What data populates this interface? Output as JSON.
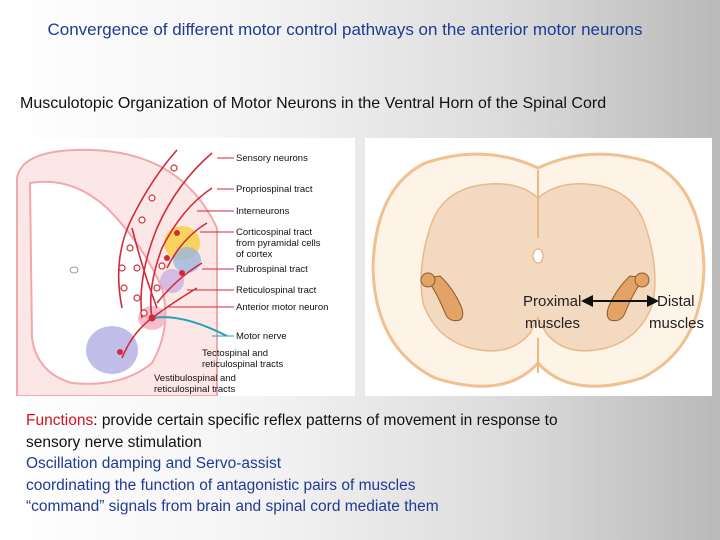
{
  "title": "Convergence of different motor control pathways on the anterior motor neurons",
  "subtitle": "Musculotopic Organization of Motor Neurons in the Ventral Horn of the Spinal Cord",
  "left_diagram": {
    "labels": [
      "Sensory neurons",
      "Propriospinal tract",
      "Interneurons",
      "Corticospinal tract",
      "from pyramidal cells",
      "of cortex",
      "Rubrospinal tract",
      "Reticulospinal tract",
      "Anterior motor neuron",
      "Motor nerve",
      "Tectospinal and",
      "reticulospinal tracts",
      "Vestibulospinal and",
      "reticulospinal tracts"
    ]
  },
  "right_diagram": {
    "proximal_1": "Proximal",
    "proximal_2": "muscles",
    "distal_1": "Distal",
    "distal_2": "muscles"
  },
  "functions": {
    "label": "Functions",
    "line1_rest": ": provide certain specific reflex patterns of movement in response to",
    "line2": "sensory nerve stimulation",
    "line3": "Oscillation damping and Servo-assist",
    "line4": "coordinating the function of antagonistic pairs of muscles",
    "line5": "“command” signals from brain and spinal cord mediate them"
  },
  "colors": {
    "title": "#1f3a93",
    "functions_label": "#d0141c",
    "tract": "#d32a3a",
    "gray_matter": "#f3d9c0"
  }
}
